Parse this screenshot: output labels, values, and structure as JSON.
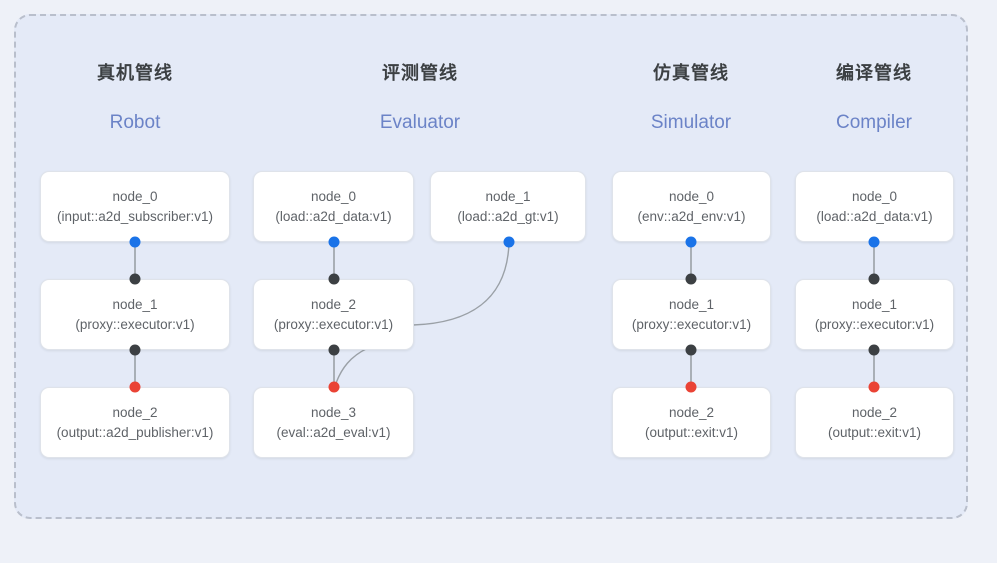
{
  "diagram": {
    "title_colors": {
      "heading_cn": "#3c4043",
      "heading_en": "#6b83c7",
      "panel_bg": "#e4eaf7",
      "page_bg": "#eef1f8",
      "panel_border": "#b9bfcc",
      "node_bg": "#ffffff",
      "node_border": "#dfe3ea",
      "node_text": "#5f6368",
      "port_blue": "#1a73e8",
      "port_black": "#3c4043",
      "port_red": "#ea4335",
      "edge_line": "#9aa0a6"
    },
    "columns": [
      {
        "id": "robot",
        "heading_cn": "真机管线",
        "heading_en": "Robot",
        "nodes": [
          {
            "id": "robot-node-0",
            "name": "node_0",
            "type": "(input::a2d_subscriber:v1)"
          },
          {
            "id": "robot-node-1",
            "name": "node_1",
            "type": "(proxy::executor:v1)"
          },
          {
            "id": "robot-node-2",
            "name": "node_2",
            "type": "(output::a2d_publisher:v1)"
          }
        ]
      },
      {
        "id": "evaluator",
        "heading_cn": "评测管线",
        "heading_en": "Evaluator",
        "nodes": [
          {
            "id": "eval-node-0",
            "name": "node_0",
            "type": "(load::a2d_data:v1)"
          },
          {
            "id": "eval-node-1",
            "name": "node_1",
            "type": "(load::a2d_gt:v1)"
          },
          {
            "id": "eval-node-2",
            "name": "node_2",
            "type": "(proxy::executor:v1)"
          },
          {
            "id": "eval-node-3",
            "name": "node_3",
            "type": "(eval::a2d_eval:v1)"
          }
        ]
      },
      {
        "id": "simulator",
        "heading_cn": "仿真管线",
        "heading_en": "Simulator",
        "nodes": [
          {
            "id": "sim-node-0",
            "name": "node_0",
            "type": "(env::a2d_env:v1)"
          },
          {
            "id": "sim-node-1",
            "name": "node_1",
            "type": "(proxy::executor:v1)"
          },
          {
            "id": "sim-node-2",
            "name": "node_2",
            "type": "(output::exit:v1)"
          }
        ]
      },
      {
        "id": "compiler",
        "heading_cn": "编译管线",
        "heading_en": "Compiler",
        "nodes": [
          {
            "id": "comp-node-0",
            "name": "node_0",
            "type": "(load::a2d_data:v1)"
          },
          {
            "id": "comp-node-1",
            "name": "node_1",
            "type": "(proxy::executor:v1)"
          },
          {
            "id": "comp-node-2",
            "name": "node_2",
            "type": "(output::exit:v1)"
          }
        ]
      }
    ]
  }
}
